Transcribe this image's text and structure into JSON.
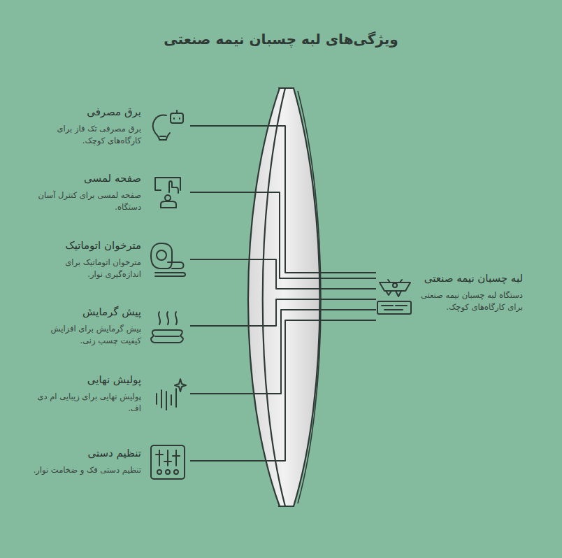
{
  "diagram": {
    "title": "ویژگی‌های لبه چسبان نیمه صنعتی",
    "nodes": [
      {
        "text": [
          "لبه چسبان نیمه صنعتی",
          "دستگاه لبه چسبان نیمه صنعتی برای کارگاه‌های کوچک."
        ]
      },
      {
        "text": [
          "برق مصرفی",
          "برق مصرفی تک فاز برای کارگاه‌های کوچک."
        ]
      },
      {
        "text": [
          "صفحه لمسی",
          "صفحه لمسی برای کنترل آسان دستگاه."
        ]
      },
      {
        "text": [
          "مترخوان اتوماتیک",
          "مترخوان اتوماتیک برای اندازه‌گیری نوار."
        ]
      },
      {
        "text": [
          "پیش گرمایش",
          "پیش گرمایش برای افزایش کیفیت چسب زنی."
        ]
      },
      {
        "text": [
          "پولیش نهایی",
          "پولیش نهایی برای زیبایی ام دی اف."
        ]
      },
      {
        "text": [
          "تنظیم دستی",
          "تنظیم دستی فک و ضخامت نوار."
        ]
      }
    ],
    "edges": [
      {
        "from": 1,
        "to": 0,
        "arrow": "none"
      },
      {
        "from": 2,
        "to": 0,
        "arrow": "none"
      },
      {
        "from": 3,
        "to": 0,
        "arrow": "none"
      },
      {
        "from": 4,
        "to": 0,
        "arrow": "none"
      },
      {
        "from": 5,
        "to": 0,
        "arrow": "none"
      },
      {
        "from": 6,
        "to": 0,
        "arrow": "none"
      }
    ]
  }
}
